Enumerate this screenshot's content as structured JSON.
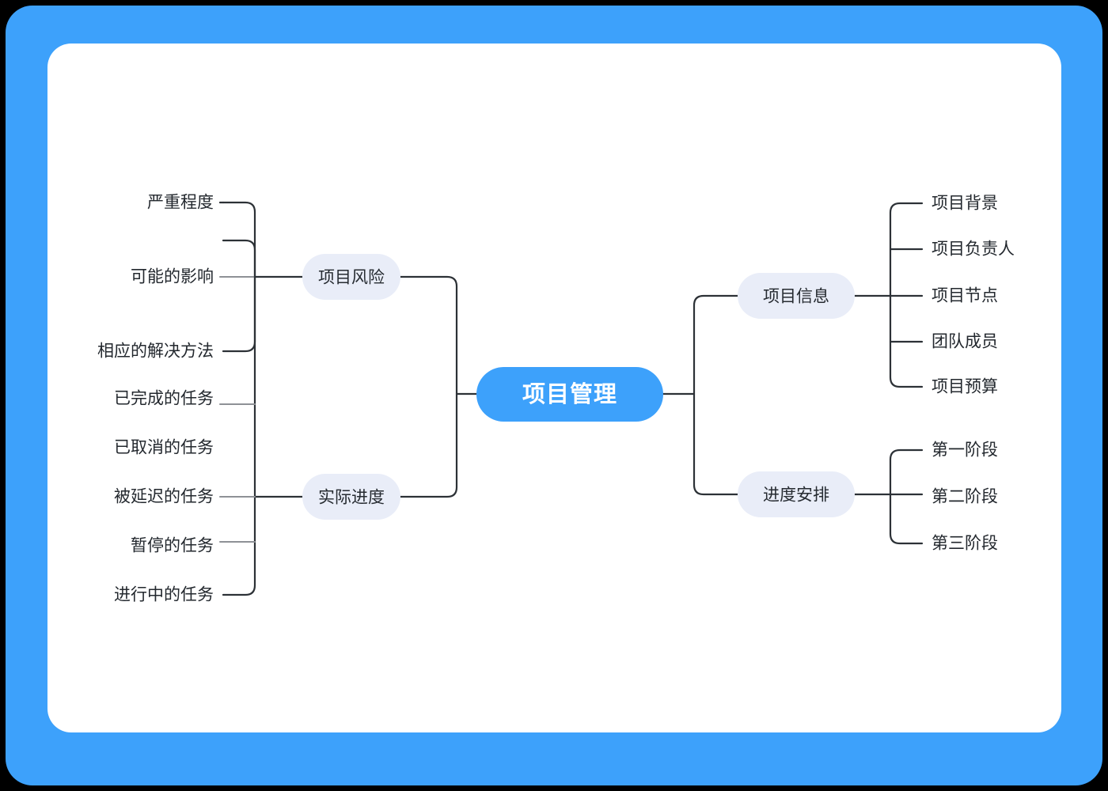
{
  "theme": {
    "page_background": "#000000",
    "frame_color": "#3da1fb",
    "card_color": "#ffffff",
    "root_node_color": "#3da1fb",
    "root_text_color": "#ffffff",
    "branch_node_color": "#e9edf8",
    "branch_text_color": "#262b31",
    "leaf_text_color": "#23282e",
    "connector_color": "#2c3136",
    "connector_color_light": "#8e9196"
  },
  "mindmap": {
    "root": {
      "label": "项目管理"
    },
    "branches": [
      {
        "id": "project-risk",
        "label": "项目风险",
        "side": "left",
        "children": [
          {
            "label": "严重程度"
          },
          {
            "label": "可能的影响"
          },
          {
            "label": "相应的解决方法"
          }
        ]
      },
      {
        "id": "actual-progress",
        "label": "实际进度",
        "side": "left",
        "children": [
          {
            "label": "已完成的任务"
          },
          {
            "label": "已取消的任务"
          },
          {
            "label": "被延迟的任务"
          },
          {
            "label": "暂停的任务"
          },
          {
            "label": "进行中的任务"
          }
        ]
      },
      {
        "id": "project-info",
        "label": "项目信息",
        "side": "right",
        "children": [
          {
            "label": "项目背景"
          },
          {
            "label": "项目负责人"
          },
          {
            "label": "项目节点"
          },
          {
            "label": "团队成员"
          },
          {
            "label": "项目预算"
          }
        ]
      },
      {
        "id": "schedule",
        "label": "进度安排",
        "side": "right",
        "children": [
          {
            "label": "第一阶段"
          },
          {
            "label": "第二阶段"
          },
          {
            "label": "第三阶段"
          }
        ]
      }
    ]
  }
}
